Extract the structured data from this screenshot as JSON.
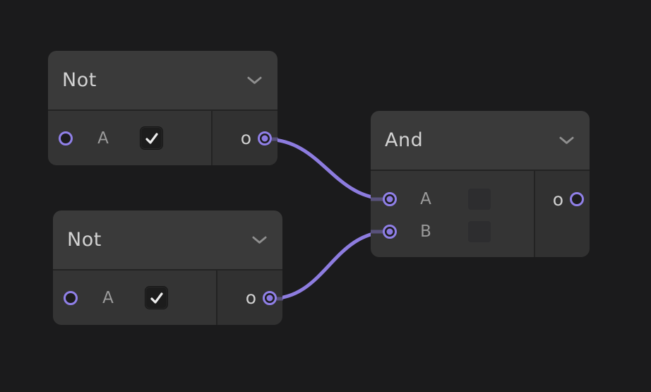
{
  "colors": {
    "background": "#1b1b1c",
    "node_header": "#3a3a3a",
    "node_body": "#343434",
    "node_output_section": "#313131",
    "port_accent": "#9080e8",
    "wire": "#8d7cdf",
    "wire_dim": "rgba(144,128,232,0.4)"
  },
  "nodes": [
    {
      "title": "Not",
      "header_icon": "chevron-down",
      "inputs": [
        {
          "label": "A",
          "port_connected": false,
          "control": "checkbox",
          "checked": true
        }
      ],
      "outputs": [
        {
          "label": "o",
          "port_connected": true
        }
      ]
    },
    {
      "title": "Not",
      "header_icon": "chevron-down",
      "inputs": [
        {
          "label": "A",
          "port_connected": false,
          "control": "checkbox",
          "checked": true
        }
      ],
      "outputs": [
        {
          "label": "o",
          "port_connected": true
        }
      ]
    },
    {
      "title": "And",
      "header_icon": "chevron-down",
      "inputs": [
        {
          "label": "A",
          "port_connected": true,
          "control": "value-box"
        },
        {
          "label": "B",
          "port_connected": true,
          "control": "value-box"
        }
      ],
      "outputs": [
        {
          "label": "o",
          "port_connected": false
        }
      ]
    }
  ],
  "wires": [
    {
      "from": "Not-1 output o",
      "to": "And input A"
    },
    {
      "from": "Not-2 output o",
      "to": "And input B"
    }
  ]
}
